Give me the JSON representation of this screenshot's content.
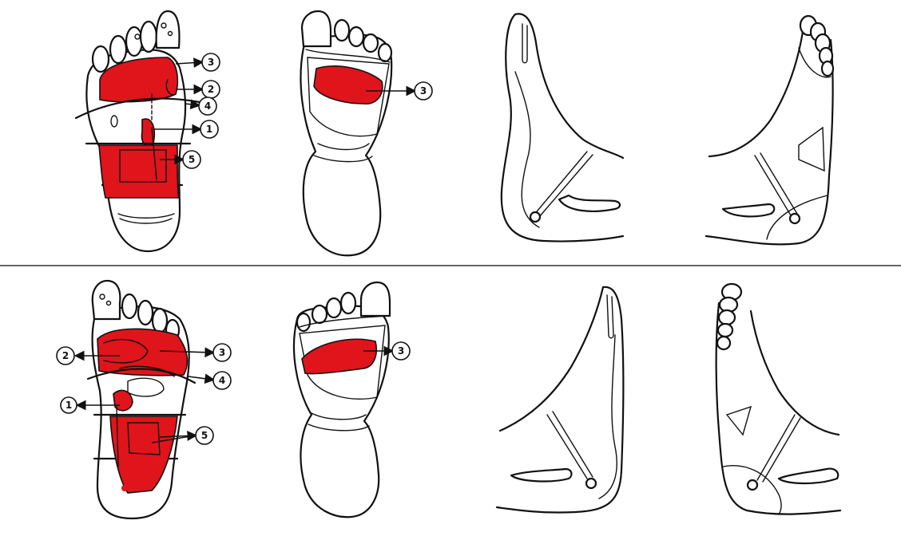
{
  "markers": {
    "m1": "1",
    "m2": "2",
    "m3": "3",
    "m4": "4",
    "m5": "5"
  },
  "colors": {
    "zone": "#e0141b",
    "ink": "#111111",
    "background": "#ffffff"
  }
}
